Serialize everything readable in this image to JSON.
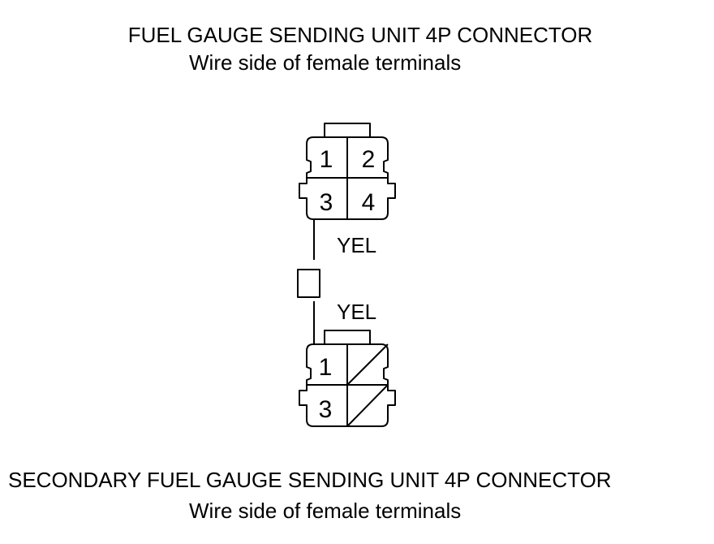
{
  "top_connector": {
    "title": "FUEL GAUGE SENDING UNIT 4P CONNECTOR",
    "subtitle": "Wire side of female terminals",
    "terminals": [
      "1",
      "2",
      "3",
      "4"
    ]
  },
  "wire": {
    "upper_color_label": "YEL",
    "lower_color_label": "YEL"
  },
  "bottom_connector": {
    "title": "SECONDARY FUEL GAUGE SENDING UNIT 4P CONNECTOR",
    "subtitle": "Wire side of female terminals",
    "terminals": [
      "1",
      "3"
    ]
  }
}
